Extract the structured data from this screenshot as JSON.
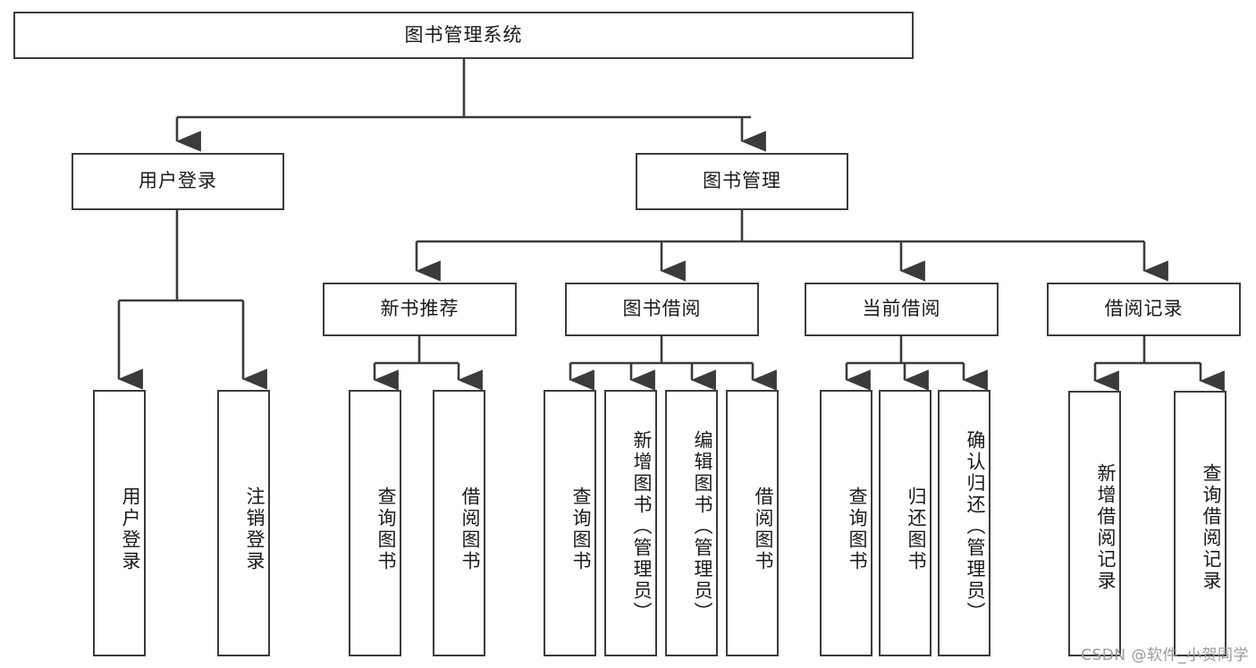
{
  "diagram": {
    "title": "图书管理系统",
    "type": "tree",
    "colors": {
      "line": "#3b3b3b",
      "box_border": "#3b3b3b",
      "box_fill": "#ffffff",
      "text": "#1a1a1a",
      "watermark": "#9a9a9a",
      "background": "#ffffff"
    },
    "root": {
      "label": "图书管理系统"
    },
    "level2": [
      {
        "label": "用户登录"
      },
      {
        "label": "图书管理"
      }
    ],
    "level3": [
      {
        "label": "新书推荐"
      },
      {
        "label": "图书借阅"
      },
      {
        "label": "当前借阅"
      },
      {
        "label": "借阅记录"
      }
    ],
    "leaves": {
      "user_login": [
        {
          "label": "用户登录"
        },
        {
          "label": "注销登录"
        }
      ],
      "new_book_recommend": [
        {
          "label": "查询图书"
        },
        {
          "label": "借阅图书"
        }
      ],
      "book_borrow": [
        {
          "label": "查询图书"
        },
        {
          "label": "新增图书（管理员）"
        },
        {
          "label": "编辑图书（管理员）"
        },
        {
          "label": "借阅图书"
        }
      ],
      "current_borrow": [
        {
          "label": "查询图书"
        },
        {
          "label": "归还图书"
        },
        {
          "label": "确认归还（管理员）"
        }
      ],
      "borrow_record": [
        {
          "label": "新增借阅记录"
        },
        {
          "label": "查询借阅记录"
        }
      ]
    }
  },
  "watermark": {
    "text": "CSDN @软件_小贺同学"
  }
}
